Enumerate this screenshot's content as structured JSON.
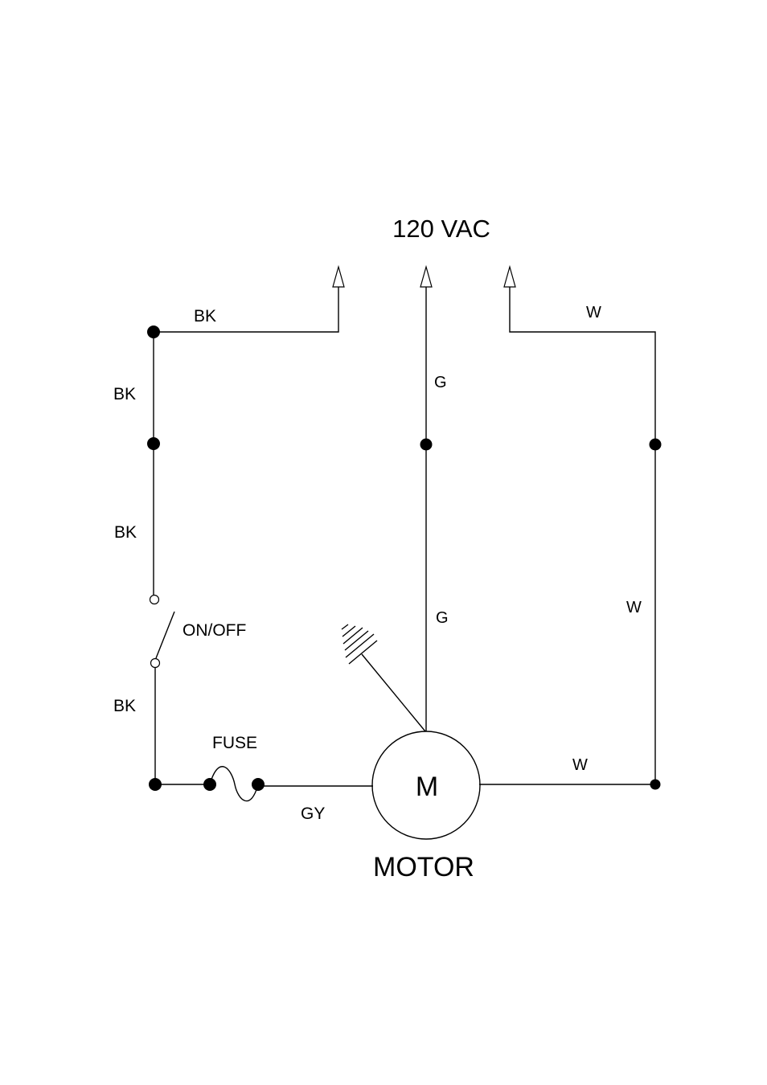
{
  "diagram": {
    "supply_label": "120 VAC",
    "switch_label": "ON/OFF",
    "fuse_label": "FUSE",
    "motor_symbol": "M",
    "motor_label": "MOTOR",
    "wires": {
      "bk_top": "BK",
      "bk_left_upper": "BK",
      "bk_left_middle": "BK",
      "bk_left_lower": "BK",
      "g_upper": "G",
      "g_lower": "G",
      "w_top": "W",
      "w_right": "W",
      "w_motor": "W",
      "gy_motor": "GY"
    }
  }
}
